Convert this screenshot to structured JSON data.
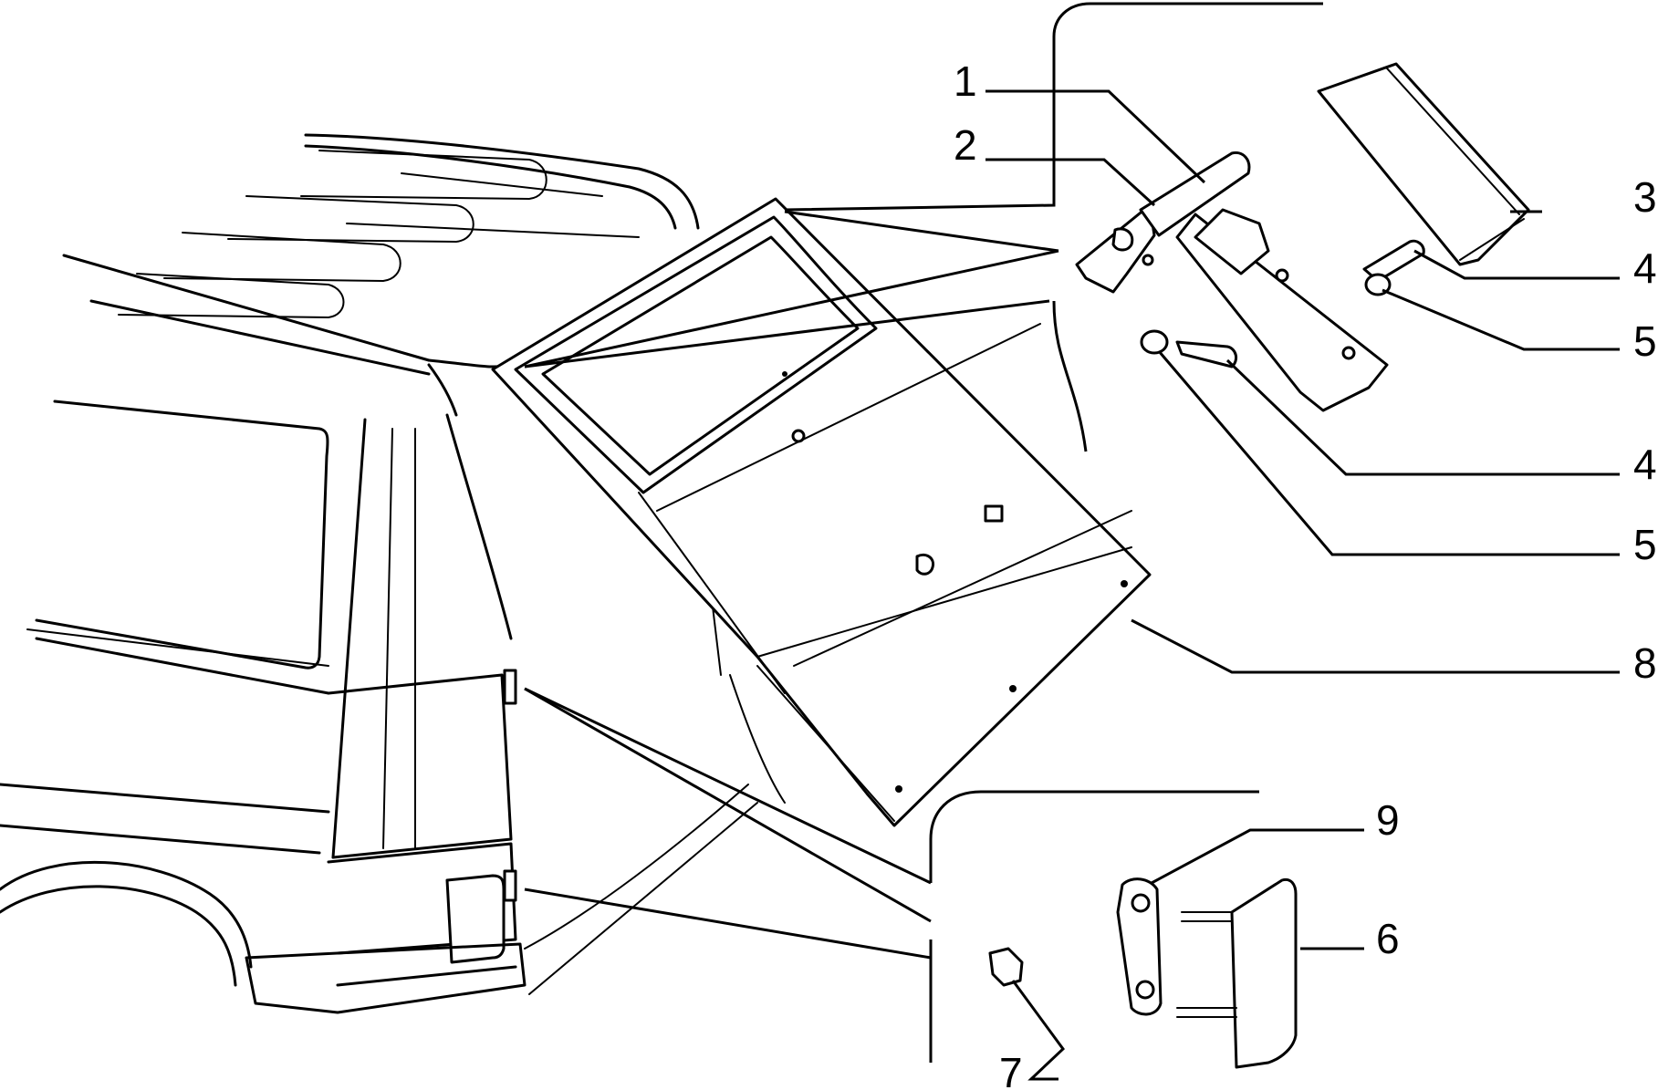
{
  "callouts": [
    {
      "id": "c1",
      "label": "1"
    },
    {
      "id": "c2",
      "label": "2"
    },
    {
      "id": "c3",
      "label": "3"
    },
    {
      "id": "c4a",
      "label": "4"
    },
    {
      "id": "c5a",
      "label": "5"
    },
    {
      "id": "c4b",
      "label": "4"
    },
    {
      "id": "c5b",
      "label": "5"
    },
    {
      "id": "c8",
      "label": "8"
    },
    {
      "id": "c9",
      "label": "9"
    },
    {
      "id": "c6",
      "label": "6"
    },
    {
      "id": "c7",
      "label": "7"
    }
  ],
  "parts": {
    "vehicle_body": "vehicle rear body",
    "tailgate": "tailgate door",
    "hinge": "hinge",
    "hinge_plate": "hinge plate",
    "cover": "hinge cover",
    "screw": "screw",
    "washer": "washer",
    "bumper_stop": "rubber bumper stop",
    "gasket": "gasket",
    "nut": "nut"
  }
}
